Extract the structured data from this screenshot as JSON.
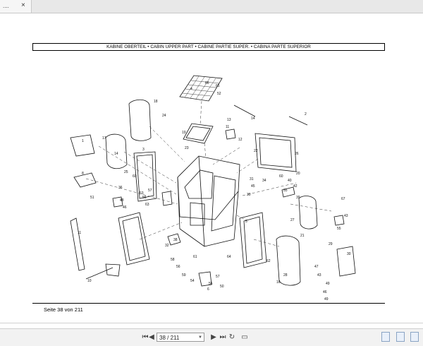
{
  "tab": {
    "label": "....",
    "close": "×"
  },
  "document": {
    "title": "KABINE OBERTEIL • CABIN UPPER PART • CABINE PARTIE SUPER. • CABINA PARTE SUPERIOR",
    "footer": "Seite 38 von 211"
  },
  "diagram": {
    "callouts": [
      "66",
      "65",
      "52",
      "4",
      "18",
      "24",
      "19",
      "23",
      "1",
      "17",
      "14",
      "11",
      "12",
      "2",
      "3",
      "13",
      "25",
      "26",
      "22",
      "20",
      "36",
      "60",
      "49",
      "48",
      "32",
      "61",
      "63",
      "8",
      "7",
      "51",
      "48",
      "46",
      "5",
      "54",
      "53",
      "38",
      "58",
      "59",
      "57",
      "56",
      "54",
      "50",
      "6",
      "40",
      "44",
      "42",
      "41",
      "39",
      "27",
      "21",
      "55",
      "45",
      "67",
      "15",
      "10",
      "9",
      "16",
      "28",
      "29",
      "30",
      "47",
      "43",
      "64",
      "62",
      "58",
      "47",
      "43",
      "56"
    ]
  },
  "toolbar": {
    "first_icon": "first-page-icon",
    "prev_icon": "previous-page-icon",
    "page_value": "38 / 211",
    "next_icon": "next-page-icon",
    "last_icon": "last-page-icon"
  }
}
